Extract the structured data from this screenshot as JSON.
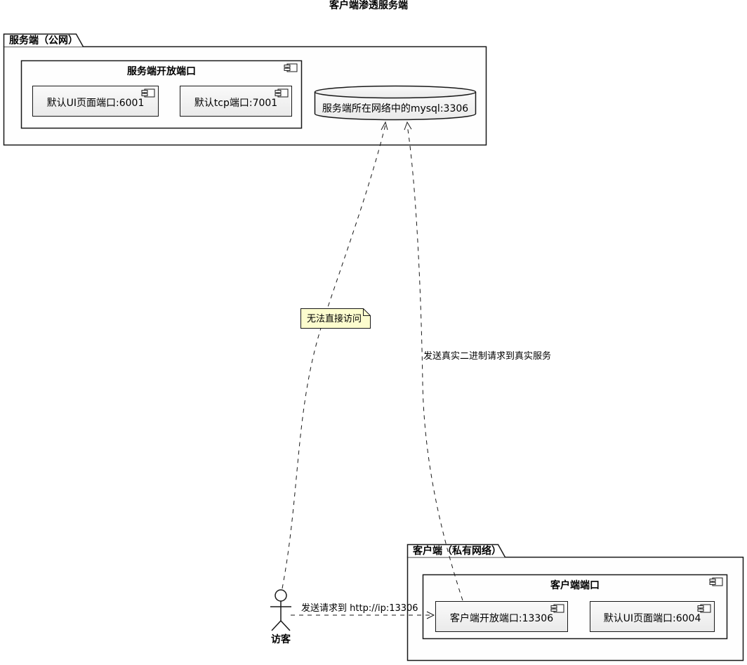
{
  "title": "客户端渗透服务端",
  "server_package": {
    "label": "服务端（公网）",
    "component": {
      "title": "服务端开放端口",
      "ports": [
        {
          "label": "默认UI页面端口:6001"
        },
        {
          "label": "默认tcp端口:7001"
        }
      ]
    },
    "database": {
      "label": "服务端所在网络中的mysql:3306"
    }
  },
  "client_package": {
    "label": "客户端（私有网络）",
    "component": {
      "title": "客户端端口",
      "ports": [
        {
          "label": "客户端开放端口:13306"
        },
        {
          "label": "默认UI页面端口:6004"
        }
      ]
    }
  },
  "actor": {
    "label": "访客"
  },
  "note": {
    "text": "无法直接访问"
  },
  "edges": [
    {
      "from": "访客",
      "to": "服务端所在网络中的mysql:3306",
      "label": "",
      "note": "无法直接访问",
      "style": "dashed"
    },
    {
      "from": "客户端开放端口:13306",
      "to": "服务端所在网络中的mysql:3306",
      "label": "发送真实二进制请求到真实服务",
      "style": "dashed"
    },
    {
      "from": "访客",
      "to": "客户端开放端口:13306",
      "label": "发送请求到 http://ip:13306",
      "style": "dashed"
    }
  ],
  "colors": {
    "border": "#181818",
    "background": "#FFFFFF",
    "note_fill": "#FDFDCE",
    "component_fill": "#F2F2F2",
    "package_fill": "#FEFEFE"
  }
}
